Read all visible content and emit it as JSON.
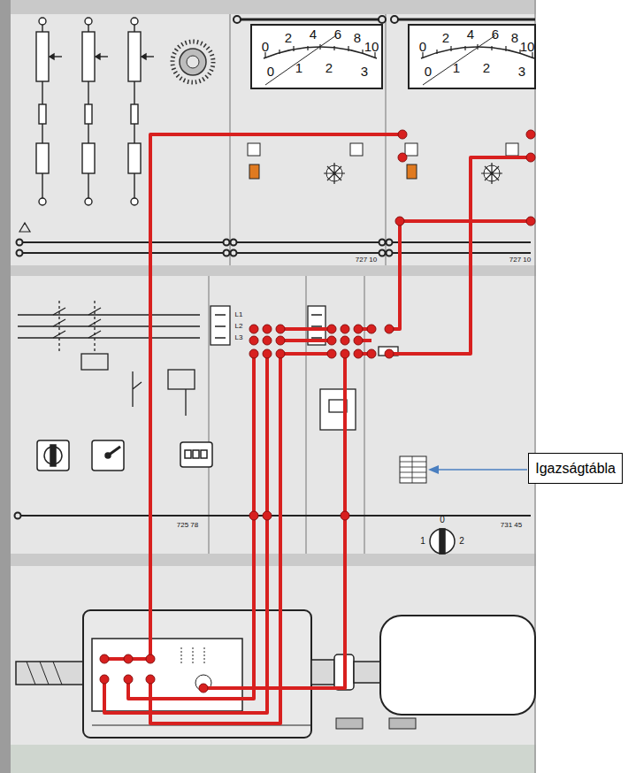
{
  "diagram": {
    "nodes": [
      {
        "text": [
          "Igazságtábla"
        ]
      }
    ],
    "labels": [
      "0",
      "2",
      "4",
      "6",
      "8",
      "10",
      "0",
      "1",
      "2",
      "3",
      "0",
      "2",
      "4",
      "6",
      "8",
      "10",
      "0",
      "1",
      "2",
      "3",
      "727 10",
      "727 10",
      "L1",
      "L2",
      "L3",
      "0",
      "1",
      "2",
      "725 78",
      "731 45"
    ]
  }
}
